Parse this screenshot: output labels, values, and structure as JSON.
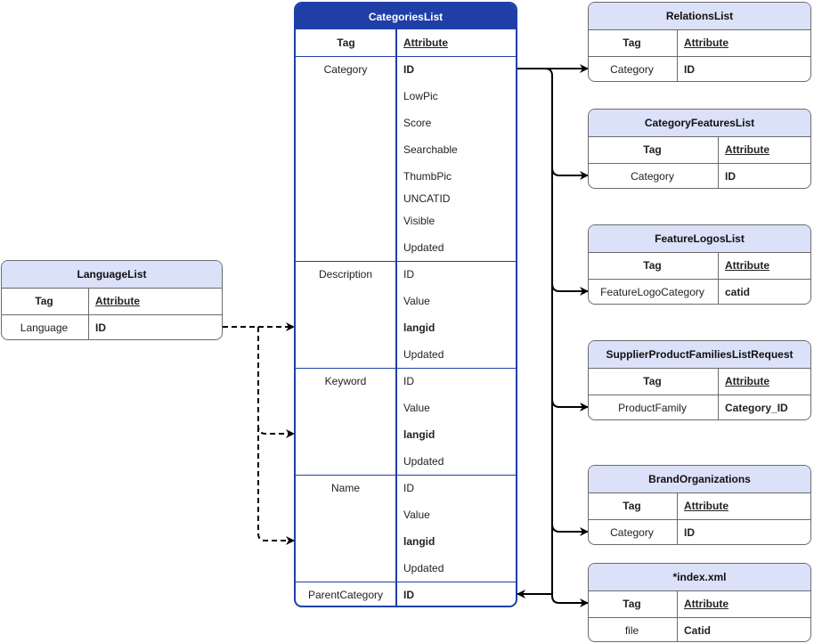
{
  "main": {
    "title": "CategoriesList",
    "header": {
      "tag": "Tag",
      "attribute": "Attribute"
    },
    "groups": [
      {
        "tag": "Category",
        "attributes": [
          {
            "name": "ID",
            "bold": true
          },
          {
            "name": "LowPic",
            "bold": false
          },
          {
            "name": "Score",
            "bold": false
          },
          {
            "name": "Searchable",
            "bold": false
          },
          {
            "name": "ThumbPic",
            "bold": false
          },
          {
            "name": "UNCATID",
            "bold": false
          },
          {
            "name": "Visible",
            "bold": false
          },
          {
            "name": "Updated",
            "bold": false
          }
        ]
      },
      {
        "tag": "Description",
        "attributes": [
          {
            "name": "ID",
            "bold": false
          },
          {
            "name": "Value",
            "bold": false
          },
          {
            "name": "langid",
            "bold": true
          },
          {
            "name": "Updated",
            "bold": false
          }
        ]
      },
      {
        "tag": "Keyword",
        "attributes": [
          {
            "name": "ID",
            "bold": false
          },
          {
            "name": "Value",
            "bold": false
          },
          {
            "name": "langid",
            "bold": true
          },
          {
            "name": "Updated",
            "bold": false
          }
        ]
      },
      {
        "tag": "Name",
        "attributes": [
          {
            "name": "ID",
            "bold": false
          },
          {
            "name": "Value",
            "bold": false
          },
          {
            "name": "langid",
            "bold": true
          },
          {
            "name": "Updated",
            "bold": false
          }
        ]
      },
      {
        "tag": "ParentCategory",
        "attributes": [
          {
            "name": "ID",
            "bold": true
          }
        ]
      }
    ]
  },
  "language": {
    "title": "LanguageList",
    "header": {
      "tag": "Tag",
      "attribute": "Attribute"
    },
    "row": {
      "tag": "Language",
      "attribute": "ID"
    }
  },
  "right_tables": [
    {
      "title": "RelationsList",
      "header": {
        "tag": "Tag",
        "attribute": "Attribute"
      },
      "row": {
        "tag": "Category",
        "attribute": "ID"
      }
    },
    {
      "title": "CategoryFeaturesList",
      "header": {
        "tag": "Tag",
        "attribute": "Attribute"
      },
      "row": {
        "tag": "Category",
        "attribute": "ID"
      }
    },
    {
      "title": "FeatureLogosList",
      "header": {
        "tag": "Tag",
        "attribute": "Attribute"
      },
      "row": {
        "tag": "FeatureLogoCategory",
        "attribute": "catid"
      }
    },
    {
      "title": "SupplierProductFamiliesListRequest",
      "header": {
        "tag": "Tag",
        "attribute": "Attribute"
      },
      "row": {
        "tag": "ProductFamily",
        "attribute": "Category_ID"
      }
    },
    {
      "title": "BrandOrganizations",
      "header": {
        "tag": "Tag",
        "attribute": "Attribute"
      },
      "row": {
        "tag": "Category",
        "attribute": "ID"
      }
    },
    {
      "title": "*index.xml",
      "header": {
        "tag": "Tag",
        "attribute": "Attribute"
      },
      "row": {
        "tag": "file",
        "attribute": "Catid"
      }
    }
  ],
  "colors": {
    "main_border": "#1f3fa6",
    "header_fill": "#dae1f8",
    "table_border": "#6b6b6b",
    "connector": "#000000"
  }
}
